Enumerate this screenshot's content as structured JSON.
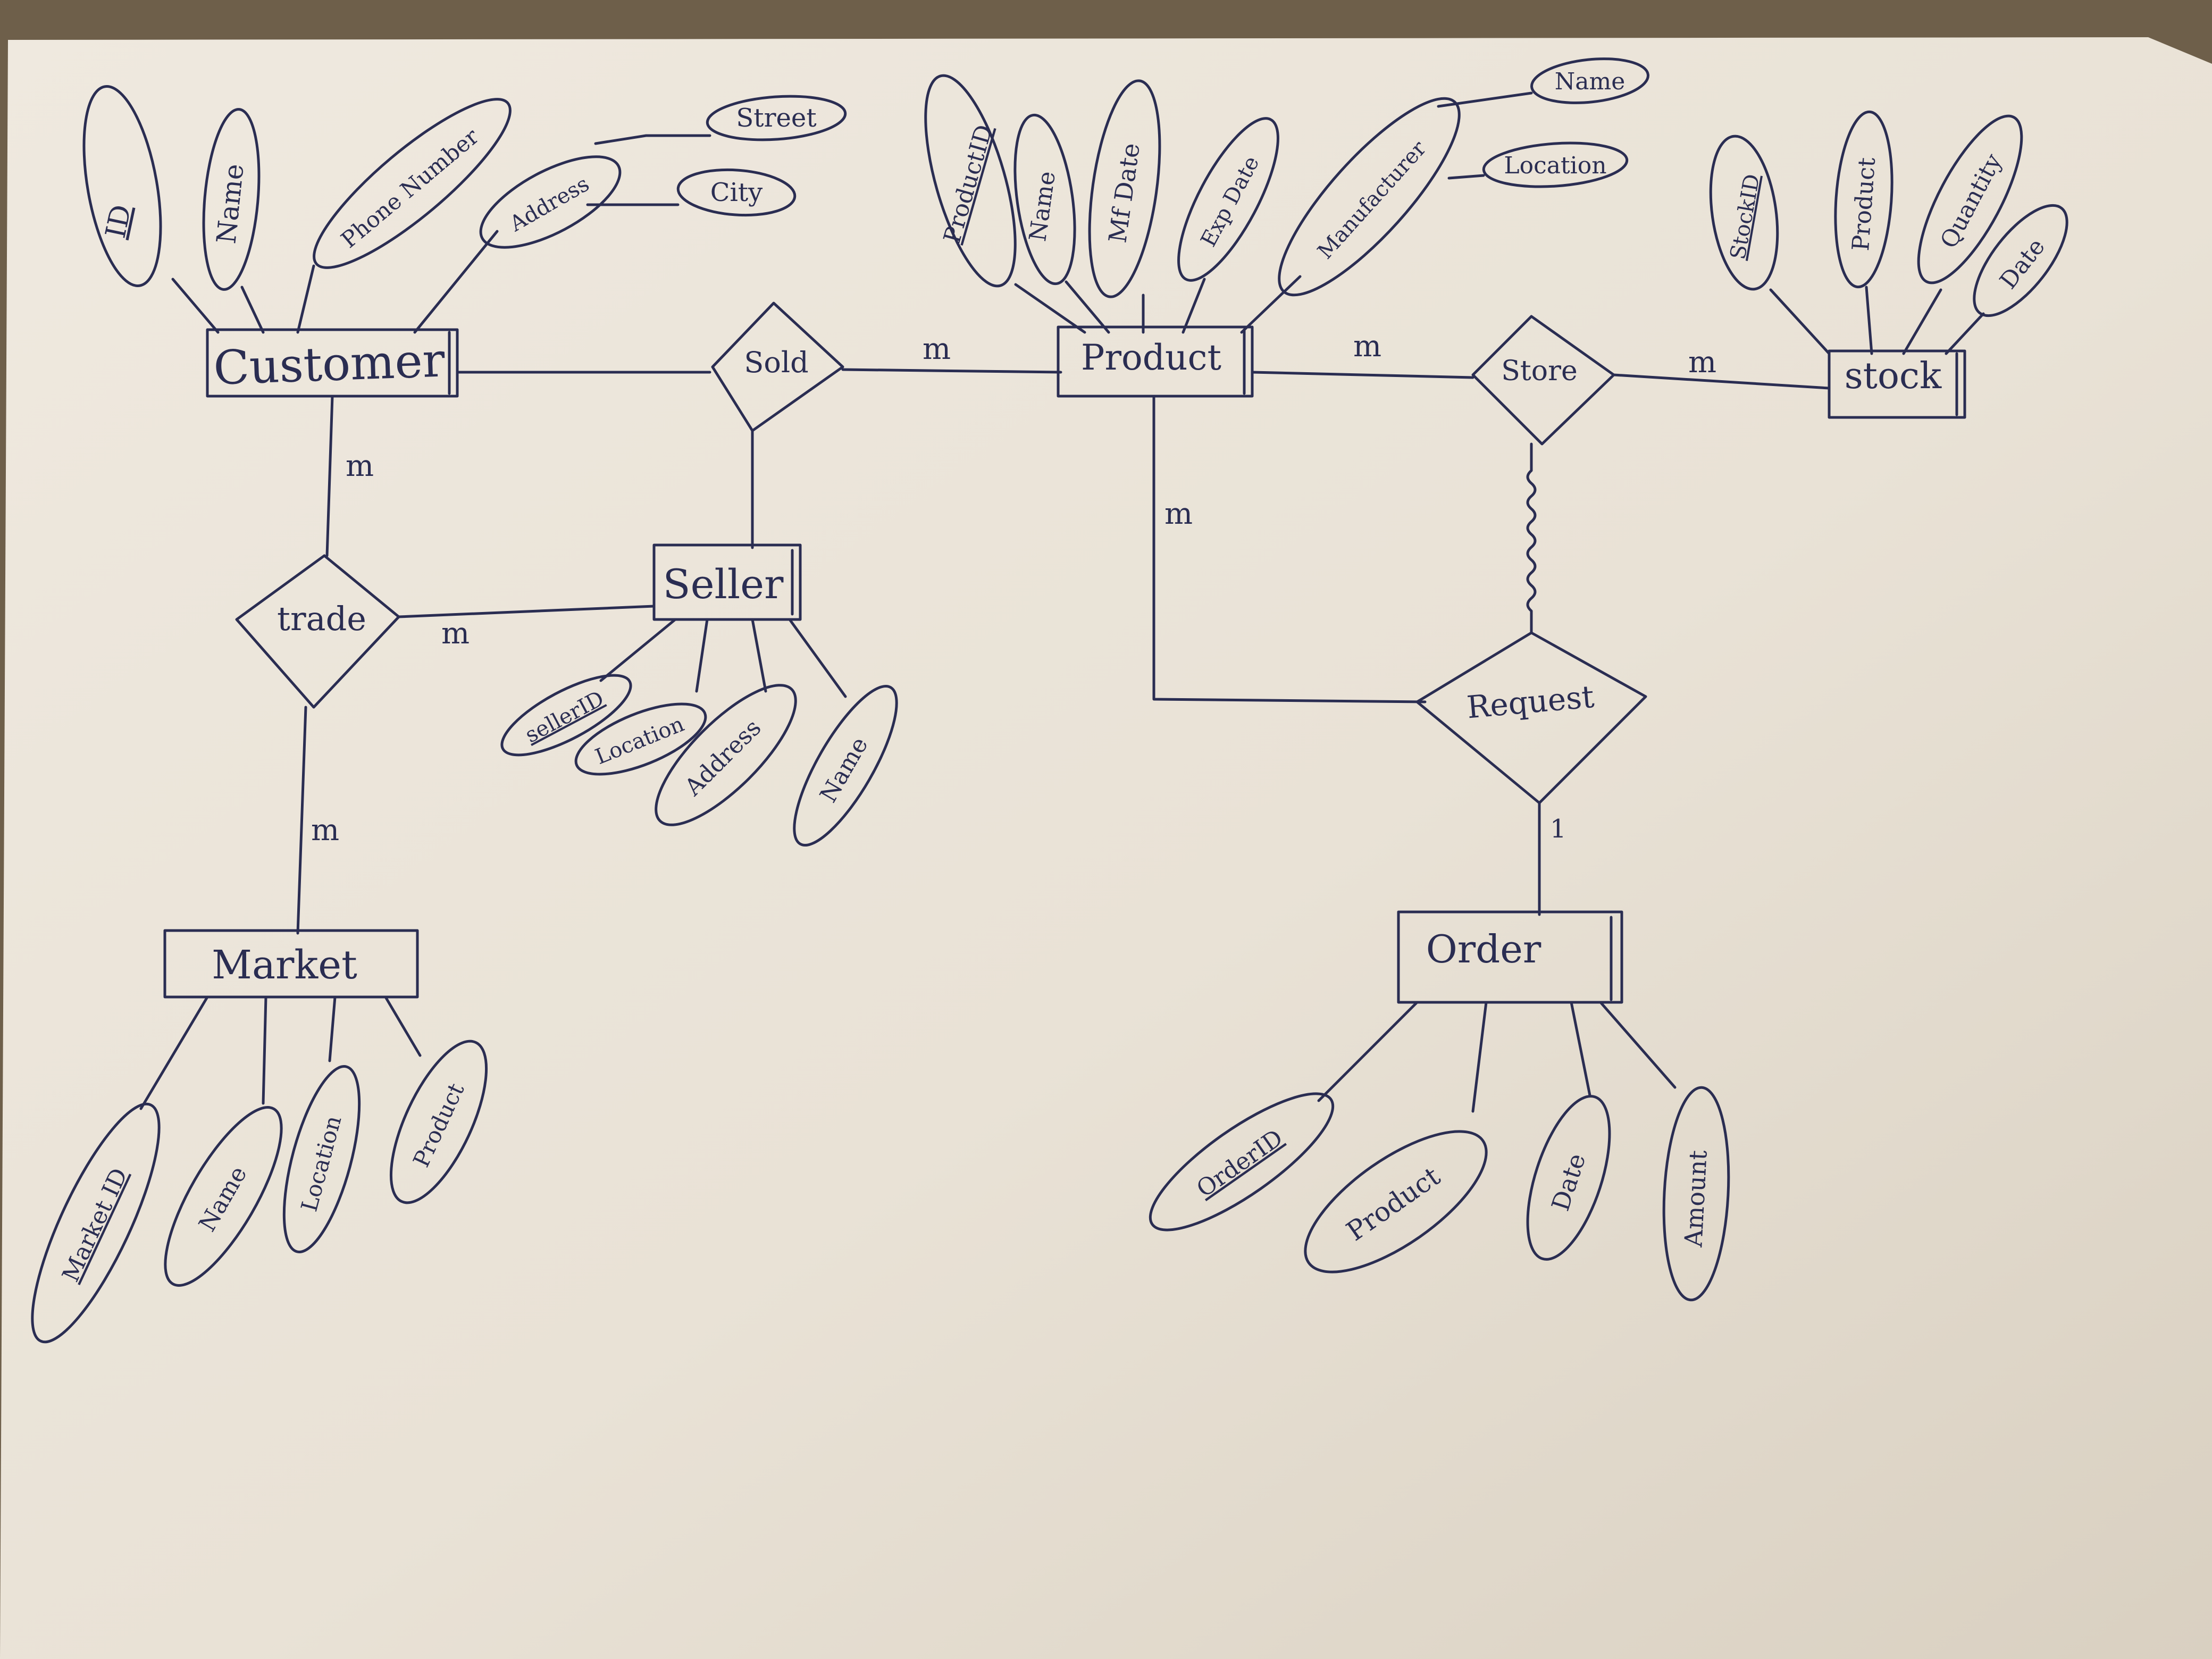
{
  "diagram": {
    "entities": {
      "customer": "Customer",
      "product": "Product",
      "stock": "stock",
      "seller": "Seller",
      "market": "Market",
      "order": "Order"
    },
    "relationships": {
      "sold": "Sold",
      "store": "Store",
      "trade": "trade",
      "request": "Request"
    },
    "attributes": {
      "customer": [
        "ID",
        "Name",
        "Phone Number",
        "Address"
      ],
      "customer_address": [
        "Street",
        "City"
      ],
      "product": [
        "ProductID",
        "Name",
        "Mf Date",
        "Exp Date",
        "Manufacturer"
      ],
      "manufacturer": [
        "Name",
        "Location"
      ],
      "stock": [
        "StockID",
        "Product",
        "Quantity",
        "Date"
      ],
      "seller": [
        "sellerID",
        "Location",
        "Address",
        "Name"
      ],
      "market": [
        "Market ID",
        "Name",
        "Location",
        "Product"
      ],
      "order": [
        "OrderID",
        "Product",
        "Date",
        "Amount"
      ]
    },
    "cardinalities": {
      "sold_product": "m",
      "product_store": "m",
      "store_stock": "m",
      "customer_trade": "m",
      "trade_seller": "m",
      "trade_market": "m",
      "product_request": "m",
      "request_order": "1"
    }
  },
  "colors": {
    "paper": "#ece5da",
    "ink": "#2a2d52",
    "background": "#6e5f4a"
  }
}
